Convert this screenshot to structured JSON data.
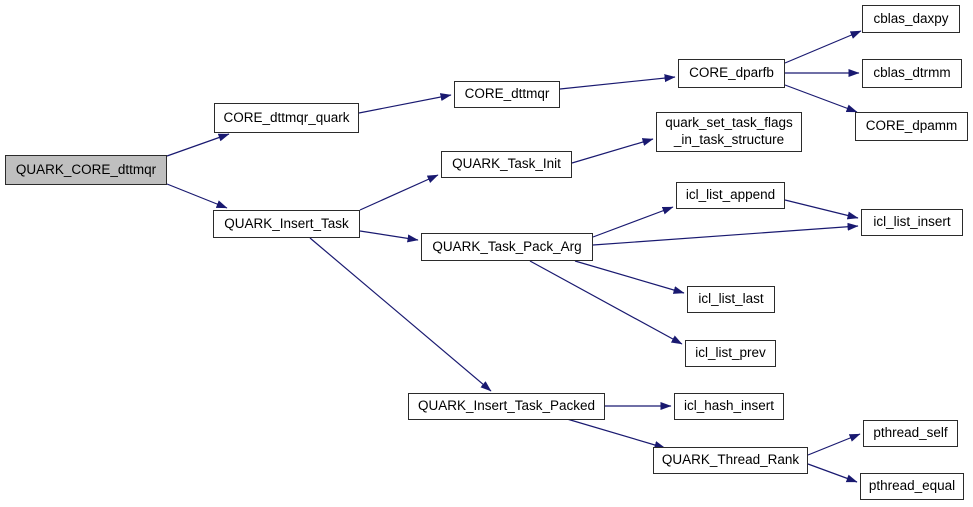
{
  "diagram": {
    "type": "call-graph",
    "root": "QUARK_CORE_dttmqr",
    "colors": {
      "edge": "#191970",
      "node_fill": "#ffffff",
      "node_border": "#2b2b2b",
      "root_fill": "#bfbfbf",
      "background": "#ffffff"
    },
    "nodes": [
      {
        "id": "QUARK_CORE_dttmqr",
        "label": "QUARK_CORE_dttmqr"
      },
      {
        "id": "CORE_dttmqr_quark",
        "label": "CORE_dttmqr_quark"
      },
      {
        "id": "QUARK_Insert_Task",
        "label": "QUARK_Insert_Task"
      },
      {
        "id": "CORE_dttmqr",
        "label": "CORE_dttmqr"
      },
      {
        "id": "QUARK_Task_Init",
        "label": "QUARK_Task_Init"
      },
      {
        "id": "CORE_dparfb",
        "label": "CORE_dparfb"
      },
      {
        "id": "cblas_daxpy",
        "label": "cblas_daxpy"
      },
      {
        "id": "cblas_dtrmm",
        "label": "cblas_dtrmm"
      },
      {
        "id": "CORE_dpamm",
        "label": "CORE_dpamm"
      },
      {
        "id": "quark_set_task_flags_in_task_structure",
        "label": "quark_set_task_flags\n_in_task_structure"
      },
      {
        "id": "QUARK_Task_Pack_Arg",
        "label": "QUARK_Task_Pack_Arg"
      },
      {
        "id": "icl_list_append",
        "label": "icl_list_append"
      },
      {
        "id": "icl_list_insert",
        "label": "icl_list_insert"
      },
      {
        "id": "icl_list_last",
        "label": "icl_list_last"
      },
      {
        "id": "icl_list_prev",
        "label": "icl_list_prev"
      },
      {
        "id": "QUARK_Insert_Task_Packed",
        "label": "QUARK_Insert_Task_Packed"
      },
      {
        "id": "icl_hash_insert",
        "label": "icl_hash_insert"
      },
      {
        "id": "QUARK_Thread_Rank",
        "label": "QUARK_Thread_Rank"
      },
      {
        "id": "pthread_self",
        "label": "pthread_self"
      },
      {
        "id": "pthread_equal",
        "label": "pthread_equal"
      }
    ],
    "edges": [
      {
        "from": "QUARK_CORE_dttmqr",
        "to": "CORE_dttmqr_quark"
      },
      {
        "from": "QUARK_CORE_dttmqr",
        "to": "QUARK_Insert_Task"
      },
      {
        "from": "CORE_dttmqr_quark",
        "to": "CORE_dttmqr"
      },
      {
        "from": "CORE_dttmqr",
        "to": "CORE_dparfb"
      },
      {
        "from": "CORE_dparfb",
        "to": "cblas_daxpy"
      },
      {
        "from": "CORE_dparfb",
        "to": "cblas_dtrmm"
      },
      {
        "from": "CORE_dparfb",
        "to": "CORE_dpamm"
      },
      {
        "from": "QUARK_Insert_Task",
        "to": "QUARK_Task_Init"
      },
      {
        "from": "QUARK_Insert_Task",
        "to": "QUARK_Task_Pack_Arg"
      },
      {
        "from": "QUARK_Insert_Task",
        "to": "QUARK_Insert_Task_Packed"
      },
      {
        "from": "QUARK_Task_Init",
        "to": "quark_set_task_flags_in_task_structure"
      },
      {
        "from": "QUARK_Task_Pack_Arg",
        "to": "icl_list_append"
      },
      {
        "from": "QUARK_Task_Pack_Arg",
        "to": "icl_list_insert"
      },
      {
        "from": "icl_list_append",
        "to": "icl_list_insert"
      },
      {
        "from": "QUARK_Task_Pack_Arg",
        "to": "icl_list_last"
      },
      {
        "from": "QUARK_Task_Pack_Arg",
        "to": "icl_list_prev"
      },
      {
        "from": "QUARK_Insert_Task_Packed",
        "to": "icl_hash_insert"
      },
      {
        "from": "QUARK_Insert_Task_Packed",
        "to": "QUARK_Thread_Rank"
      },
      {
        "from": "QUARK_Thread_Rank",
        "to": "pthread_self"
      },
      {
        "from": "QUARK_Thread_Rank",
        "to": "pthread_equal"
      }
    ]
  }
}
